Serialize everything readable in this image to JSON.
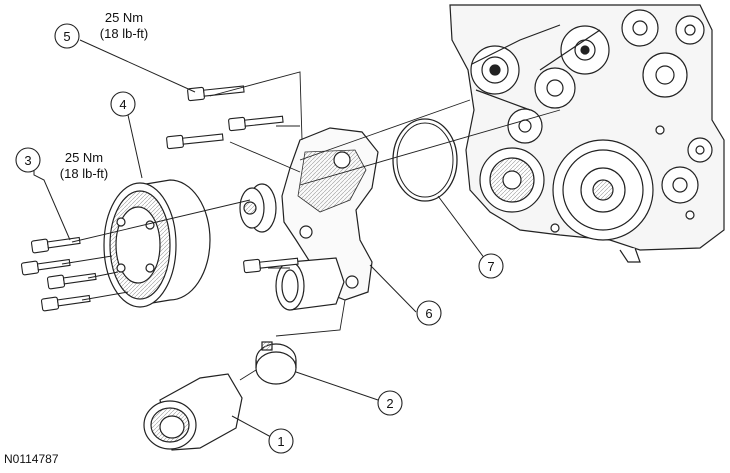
{
  "figure_id": "N0114787",
  "callouts": [
    {
      "number": "1"
    },
    {
      "number": "2"
    },
    {
      "number": "3",
      "torque_nm": "25 Nm",
      "torque_lbft": "(18 lb-ft)"
    },
    {
      "number": "4"
    },
    {
      "number": "5",
      "torque_nm": "25 Nm",
      "torque_lbft": "(18 lb-ft)"
    },
    {
      "number": "6"
    },
    {
      "number": "7"
    }
  ]
}
